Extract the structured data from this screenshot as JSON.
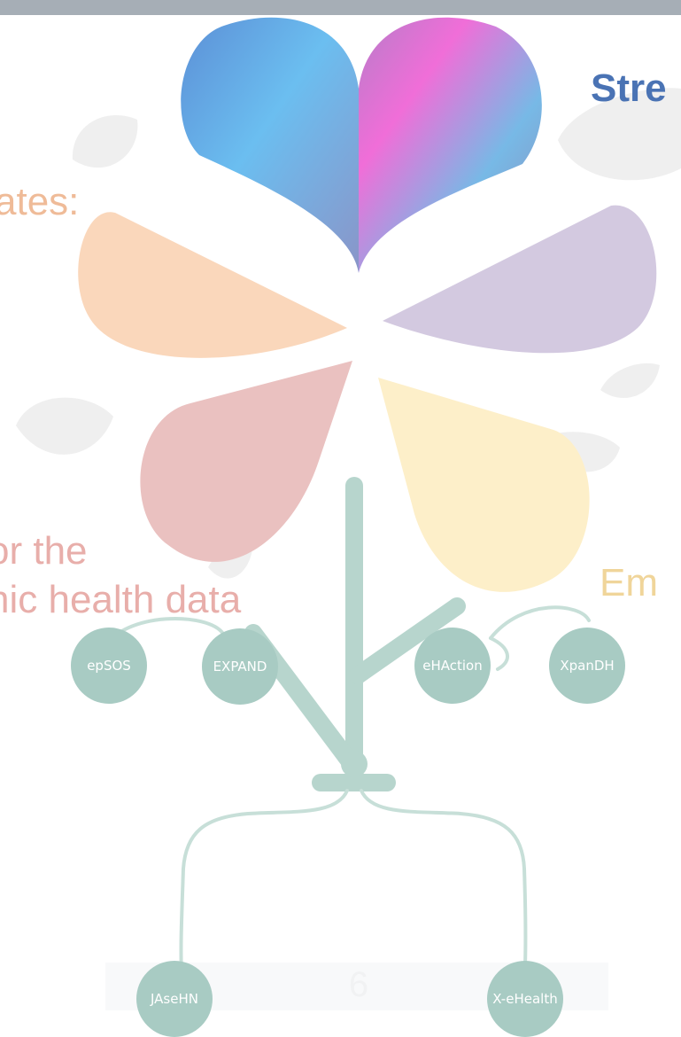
{
  "slide": {
    "title_fragment": "Stre",
    "left_top_fragment": "ates:",
    "left_mid_line1": "or the",
    "left_mid_line2": "nic health data",
    "right_mid_fragment": "Em",
    "page_number": "6"
  },
  "projects": [
    "epSOS",
    "EXPAND",
    "JAseHN",
    "eHAction",
    "XpanDH",
    "X-eHealth"
  ],
  "colors": {
    "petal_peach": "#fad7bb",
    "petal_lilac": "#d3c9e0",
    "petal_rose": "#eac1c0",
    "petal_yellow": "#fdefc9",
    "stem": "#b7d5cd",
    "node": "#a8cbc3",
    "title": "#4a73b4"
  }
}
